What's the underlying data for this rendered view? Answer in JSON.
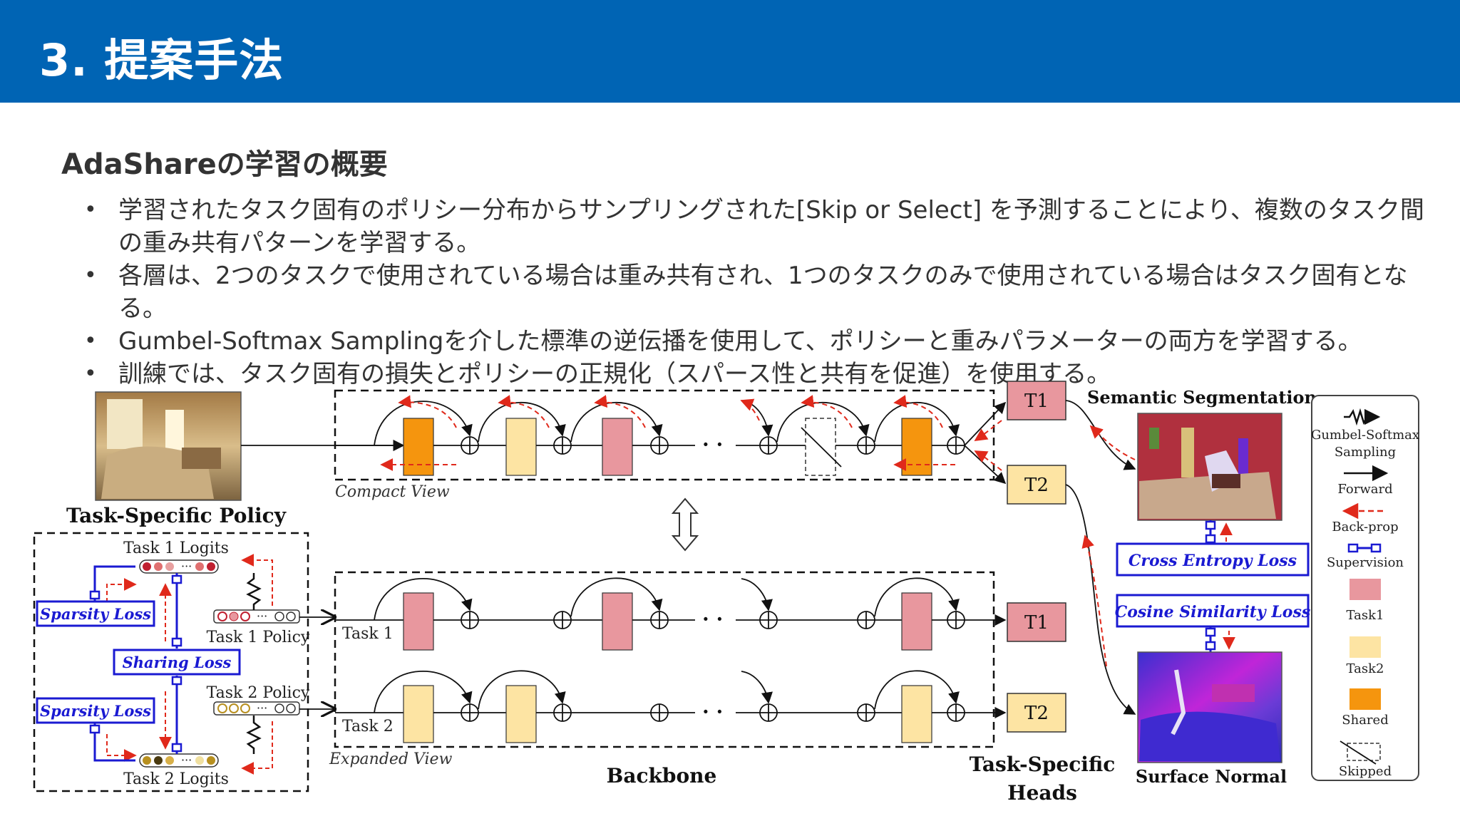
{
  "slide": {
    "title": "3. 提案手法",
    "section_title": "AdaShareの学習の概要",
    "bullets": [
      "学習されたタスク固有のポリシー分布からサンプリングされた[Skip or Select] を予測することにより、複数のタスク間の重み共有パターンを学習する。",
      "各層は、2つのタスクで使用されている場合は重み共有され、1つのタスクのみで使用されている場合はタスク固有となる。",
      "Gumbel-Softmax Samplingを介した標準の逆伝播を使用して、ポリシーと重みパラメーターの両方を学習する。",
      "訓練では、タスク固有の損失とポリシーの正規化（スパース性と共有を促進）を使用する。"
    ]
  },
  "diagram": {
    "policy": {
      "title": "Task-Specific Policy",
      "task1_logits": "Task 1 Logits",
      "task2_logits": "Task 2 Logits",
      "task1_policy": "Task 1 Policy",
      "task2_policy": "Task 2 Policy",
      "sparsity_loss_top": "Sparsity Loss",
      "sparsity_loss_bottom": "Sparsity Loss",
      "sharing_loss": "Sharing Loss",
      "dots": "···"
    },
    "backbone": {
      "compact_view": "Compact View",
      "expanded_view": "Expanded View",
      "task1_label": "Task 1",
      "task2_label": "Task 2",
      "label": "Backbone",
      "ellipsis": "· ·"
    },
    "heads": {
      "t1_compact": "T1",
      "t2_compact": "T2",
      "t1_expanded": "T1",
      "t2_expanded": "T2",
      "label_line1": "Task-Specific",
      "label_line2": "Heads"
    },
    "outputs": {
      "semantic_segmentation": "Semantic Segmentation",
      "cross_entropy_loss": "Cross Entropy Loss",
      "cosine_similarity_loss": "Cosine Similarity Loss",
      "surface_normal": "Surface Normal"
    },
    "legend": {
      "gumbel_line1": "Gumbel-Softmax",
      "gumbel_line2": "Sampling",
      "forward": "Forward",
      "backprop": "Back-prop",
      "supervision": "Supervision",
      "task1": "Task1",
      "task2": "Task2",
      "shared": "Shared",
      "skipped": "Skipped"
    },
    "colors": {
      "task1": "#e8979e",
      "task2": "#fde4a3",
      "shared": "#f5950e",
      "loss_blue": "#1a1ad2",
      "backprop_red": "#e0291b",
      "header_blue": "#0064b4"
    }
  }
}
